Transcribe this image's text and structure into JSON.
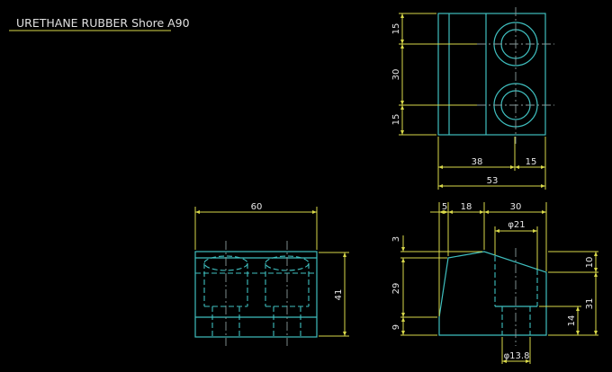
{
  "drawing": {
    "title": "URETHANE RUBBER Shore A90",
    "background_color": "#000000",
    "geometry_color": "#3fbfbf",
    "dimension_color": "#d8d84a",
    "text_color": "#e6e6e6"
  },
  "top_view": {
    "dimensions": {
      "left_top": "15",
      "left_middle": "30",
      "left_bottom": "15",
      "bottom_left": "38",
      "bottom_right": "15",
      "bottom_total": "53"
    }
  },
  "front_view": {
    "dimensions": {
      "width": "60",
      "height": "41"
    }
  },
  "side_view": {
    "dimensions": {
      "top_a": "5",
      "top_b": "18",
      "top_c": "30",
      "counterbore_dia": "φ21",
      "left_top": "3",
      "left_middle": "29",
      "left_bottom": "9",
      "right_top": "10",
      "right_total": "31",
      "right_hole_depth": "14",
      "bore_dia": "φ13.8"
    }
  }
}
